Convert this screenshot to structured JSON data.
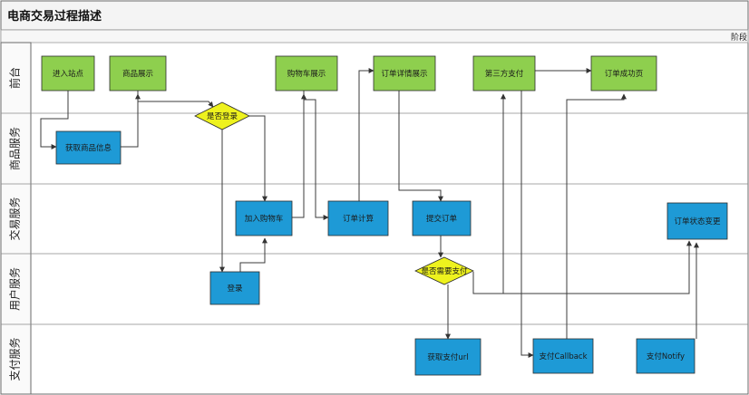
{
  "diagram": {
    "title": "电商交易过程描述",
    "phase_label": "阶段",
    "lanes": [
      {
        "id": "frontend",
        "label": "前台"
      },
      {
        "id": "product",
        "label": "商品服务"
      },
      {
        "id": "trade",
        "label": "交易服务"
      },
      {
        "id": "user",
        "label": "用户服务"
      },
      {
        "id": "payment",
        "label": "支付服务"
      }
    ],
    "nodes": [
      {
        "id": "enter-site",
        "label": "进入站点",
        "kind": "process-green"
      },
      {
        "id": "product-display",
        "label": "商品展示",
        "kind": "process-green"
      },
      {
        "id": "cart-display",
        "label": "购物车展示",
        "kind": "process-green"
      },
      {
        "id": "order-detail-display",
        "label": "订单详情展示",
        "kind": "process-green"
      },
      {
        "id": "third-party-pay",
        "label": "第三方支付",
        "kind": "process-green"
      },
      {
        "id": "order-success-page",
        "label": "订单成功页",
        "kind": "process-green"
      },
      {
        "id": "get-product-info",
        "label": "获取商品信息",
        "kind": "process-blue"
      },
      {
        "id": "is-logged-in",
        "label": "是否登录",
        "kind": "decision"
      },
      {
        "id": "add-to-cart",
        "label": "加入购物车",
        "kind": "process-blue"
      },
      {
        "id": "order-calc",
        "label": "订单计算",
        "kind": "process-blue"
      },
      {
        "id": "submit-order",
        "label": "提交订单",
        "kind": "process-blue"
      },
      {
        "id": "order-status-change",
        "label": "订单状态变更",
        "kind": "process-blue"
      },
      {
        "id": "login",
        "label": "登录",
        "kind": "process-blue"
      },
      {
        "id": "need-payment",
        "label": "是否需要支付",
        "kind": "decision"
      },
      {
        "id": "get-pay-url",
        "label": "获取支付url",
        "kind": "process-blue"
      },
      {
        "id": "pay-callback",
        "label": "支付Callback",
        "kind": "process-blue"
      },
      {
        "id": "pay-notify",
        "label": "支付Notify",
        "kind": "process-blue"
      }
    ]
  },
  "colors": {
    "green_fill": "#8ecf4e",
    "blue_fill": "#1e9ad6",
    "decision_fill": "#eef21e",
    "line": "#3b3b3b",
    "frame": "#6a6a6a"
  }
}
